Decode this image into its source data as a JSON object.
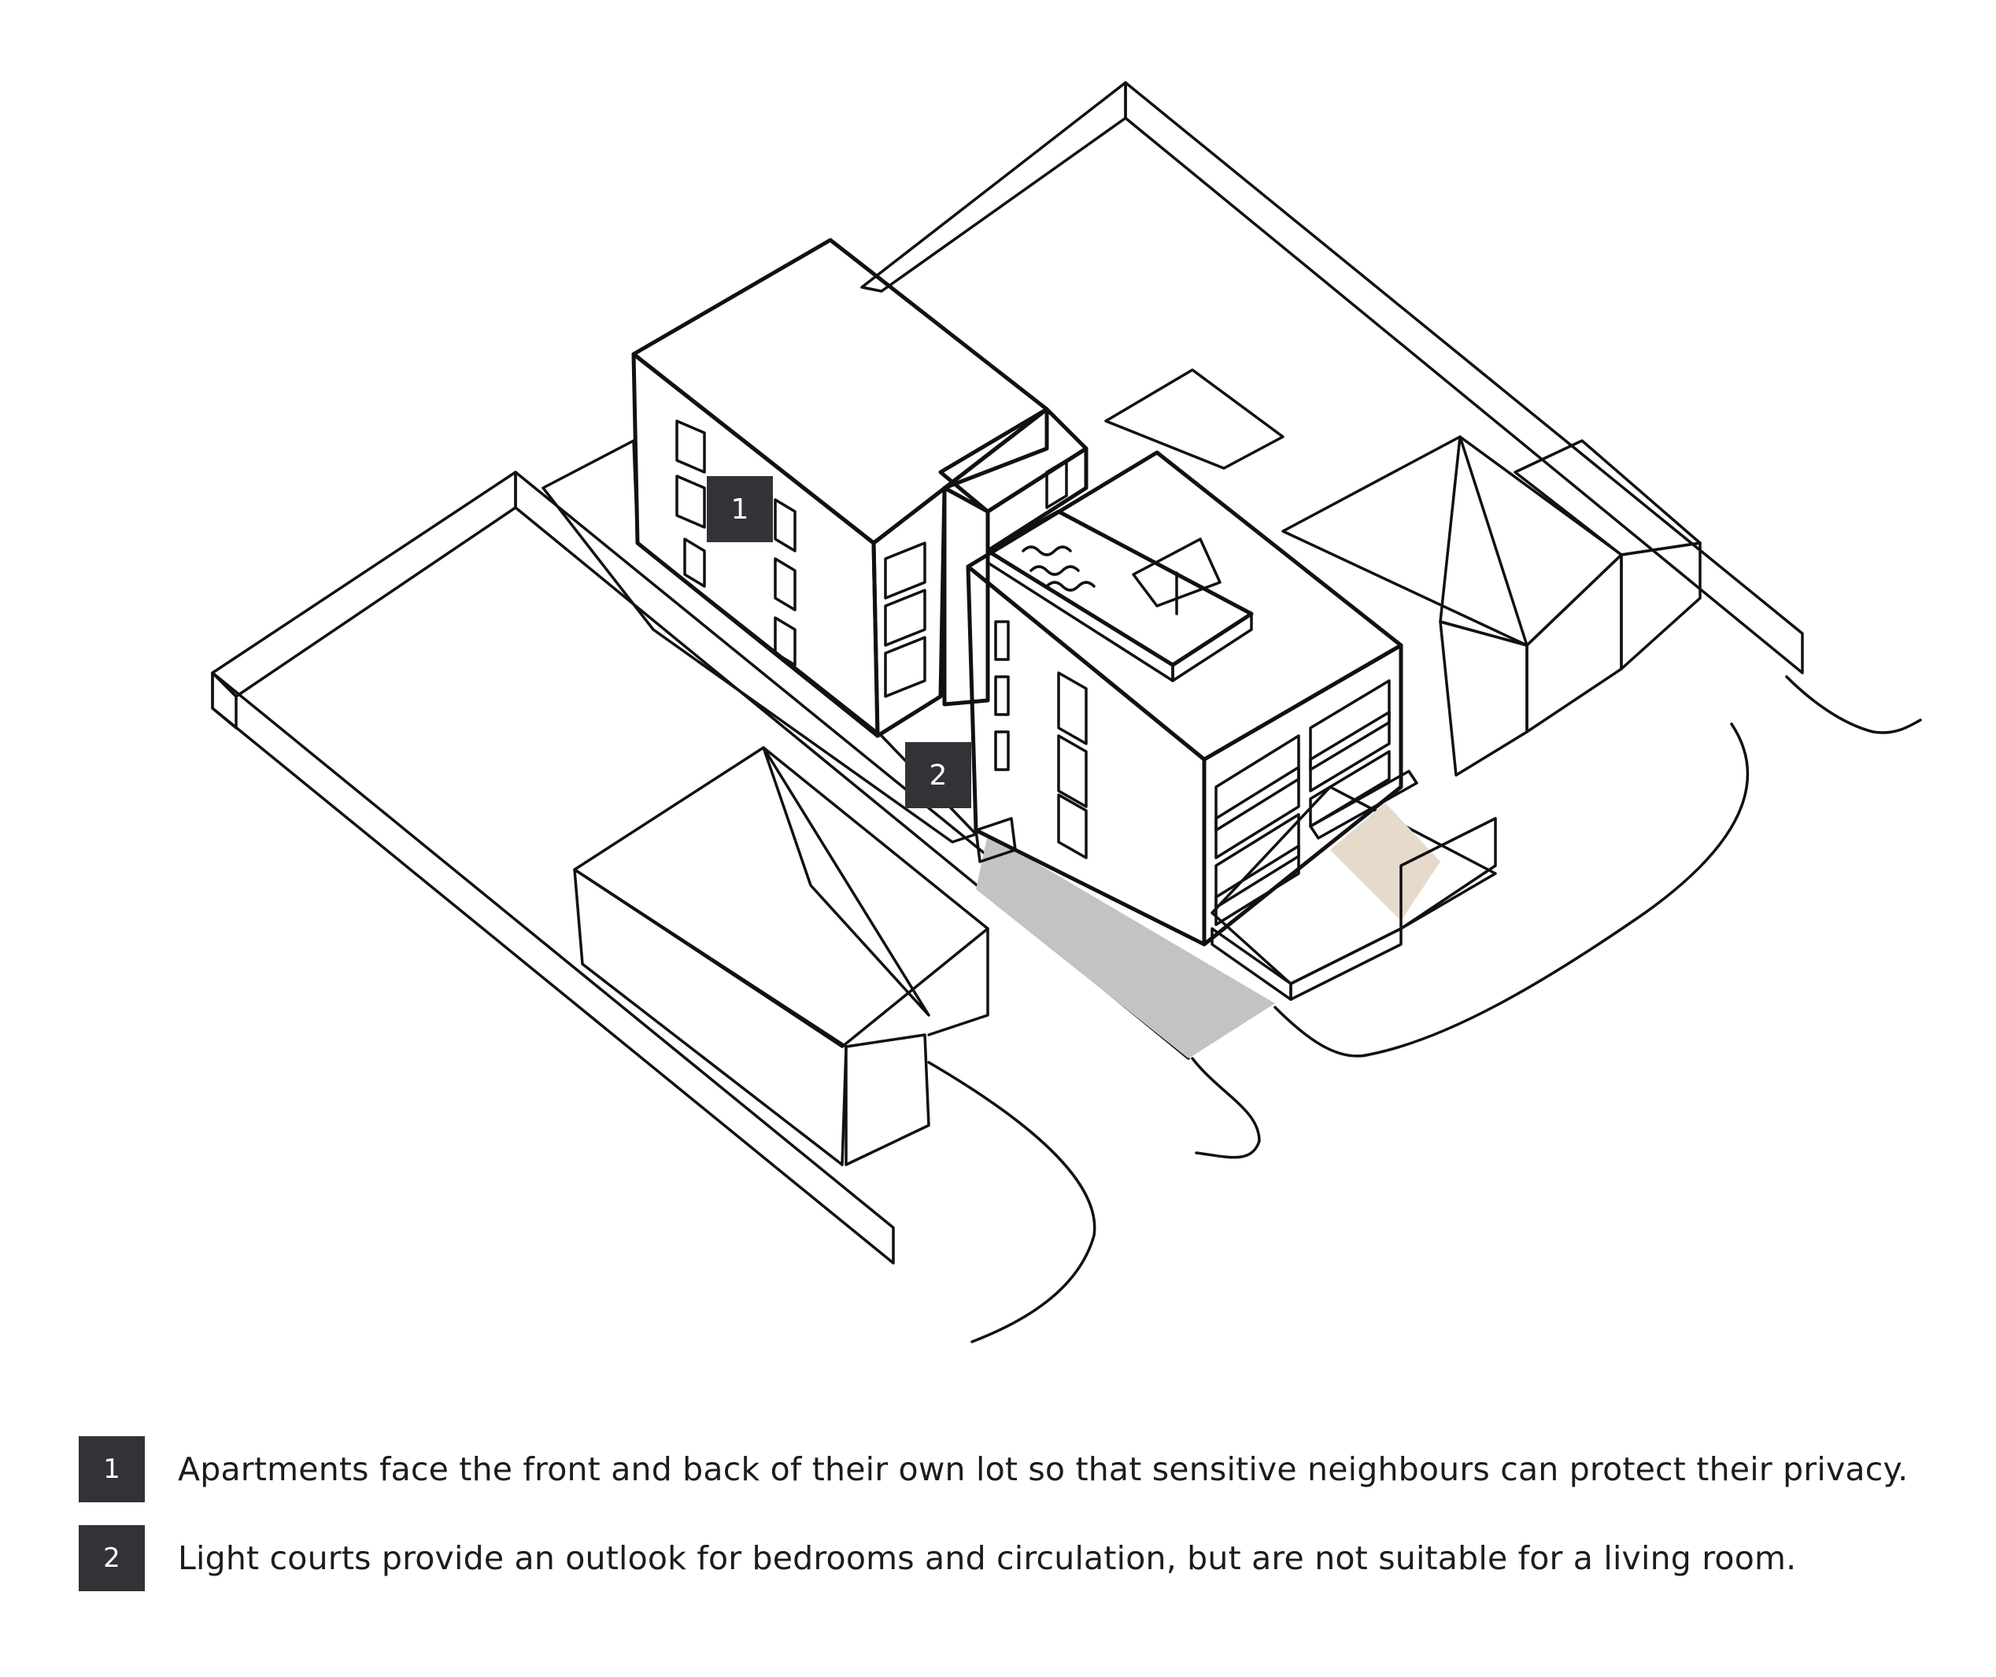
{
  "diagram": {
    "callouts": [
      {
        "number": "1"
      },
      {
        "number": "2"
      }
    ]
  },
  "legend": [
    {
      "number": "1",
      "text": "Apartments face the front and back of their own lot so that sensitive neighbours can protect their privacy."
    },
    {
      "number": "2",
      "text": "Light courts provide an outlook for bedrooms and circulation, but are not suitable for a living room."
    }
  ],
  "colors": {
    "roof": "#ebdbcc",
    "wall": "#b99b85",
    "garden": "#cbd3bd",
    "driveway": "#c3c3c3",
    "marker": "#323336"
  }
}
